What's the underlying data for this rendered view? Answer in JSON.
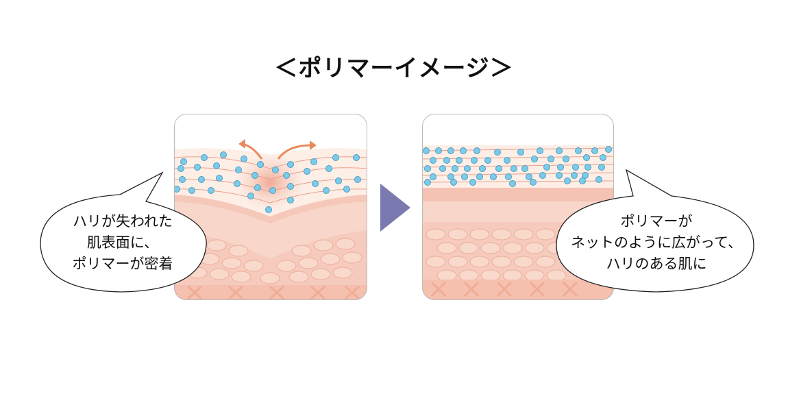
{
  "title": "＜ポリマーイメージ＞",
  "left_callout": {
    "lines": [
      "ハリが失われた",
      "肌表面に、",
      "ポリマーが密着"
    ]
  },
  "right_callout": {
    "lines": [
      "ポリマーが",
      "ネットのように広がって、",
      "ハリのある肌に"
    ]
  },
  "colors": {
    "skin_pink": "#f3bcae",
    "skin_light": "#fbe3d8",
    "polymer_dot": "#7ccbe8",
    "arrow_orange": "#e88a5c",
    "triangle": "#7a7ab0"
  }
}
